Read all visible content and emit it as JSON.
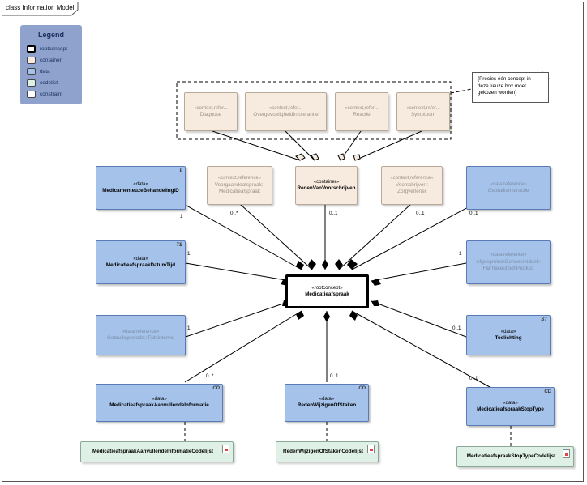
{
  "frame": {
    "title": "class Information Model"
  },
  "legend": {
    "title": "Legend",
    "items": [
      {
        "label": "rootconcept",
        "color": "#ffffff"
      },
      {
        "label": "container",
        "color": "#f7ebe0"
      },
      {
        "label": "data",
        "color": "#a4c2ea"
      },
      {
        "label": "codelist",
        "color": "#dff1e6"
      },
      {
        "label": "constraint",
        "color": "#ffffff"
      }
    ]
  },
  "note": {
    "text": "{Precies één concept in deze keuze box moet gekozen worden}"
  },
  "boxes": {
    "diagnose": {
      "stereotype": "«context,refer...",
      "name": "Diagnose"
    },
    "overgevoeligheid": {
      "stereotype": "«context,refer...",
      "name": "OvergevoeligheidIntolerantie"
    },
    "reactie": {
      "stereotype": "«context,refer...",
      "name": "Reactie"
    },
    "symptoom": {
      "stereotype": "«context,refer...",
      "name": "Symptoom"
    },
    "medicamenteuze": {
      "stereotype": "«data»",
      "name": "MedicamenteuzeBehandelingID",
      "tag": "II"
    },
    "voorgaande": {
      "stereotype": "«context,reference»",
      "name": "Voorgaandeafspraak:: Medicatieafspraak"
    },
    "reden_voorschrijven": {
      "stereotype": "«container»",
      "name": "RedenVanVoorschrijven"
    },
    "voorschrijver": {
      "stereotype": "«context,reference»",
      "name": "Voorschrijver:: Zorgverlener"
    },
    "gebruiksinstructie": {
      "stereotype": "«data,reference»",
      "name": "GebruiksInstructie"
    },
    "datumtijd": {
      "stereotype": "«data»",
      "name": "MedicatieafspraakDatumTijd",
      "tag": "TS"
    },
    "medicatieafspraak": {
      "stereotype": "«rootconcept»",
      "name": "Medicatieafspraak"
    },
    "afgesproken": {
      "stereotype": "«data,reference»",
      "name": "AfgesprokenGeneesmiddel:: FarmaceutischProduct"
    },
    "gebruiksperiode": {
      "stereotype": "«data,reference»",
      "name": "Gebruiksperiode::Tijdsinterval"
    },
    "toelichting": {
      "stereotype": "«data»",
      "name": "Toelichting",
      "tag": "ST"
    },
    "aanvullende": {
      "stereotype": "«data»",
      "name": "MedicatieafspraakAanvullendeInformatie",
      "tag": "CD"
    },
    "reden_wijzigen": {
      "stereotype": "«data»",
      "name": "RedenWijzigenOfStaken",
      "tag": "CD"
    },
    "stoptype": {
      "stereotype": "«data»",
      "name": "MedicatieafspraakStopType",
      "tag": "CD"
    },
    "aanvullende_codelijst": {
      "name": "MedicatieafspraakAanvullendeInformatieCodelijst"
    },
    "reden_codelijst": {
      "name": "RedenWijzigenOfStakenCodelijst"
    },
    "stoptype_codelijst": {
      "name": "MedicatieafspraakStopTypeCodelijst"
    }
  },
  "multiplicities": {
    "medicamenteuze": "1",
    "voorgaande": "0..*",
    "reden_voorschrijven": "0..1",
    "voorschrijver": "0..1",
    "gebruiksinstructie": "0..1",
    "datumtijd": "1",
    "afgesproken": "1",
    "gebruiksperiode": "1",
    "toelichting": "0..1",
    "aanvullende": "0..*",
    "reden_wijzigen": "0..1",
    "stoptype": "0..1"
  }
}
